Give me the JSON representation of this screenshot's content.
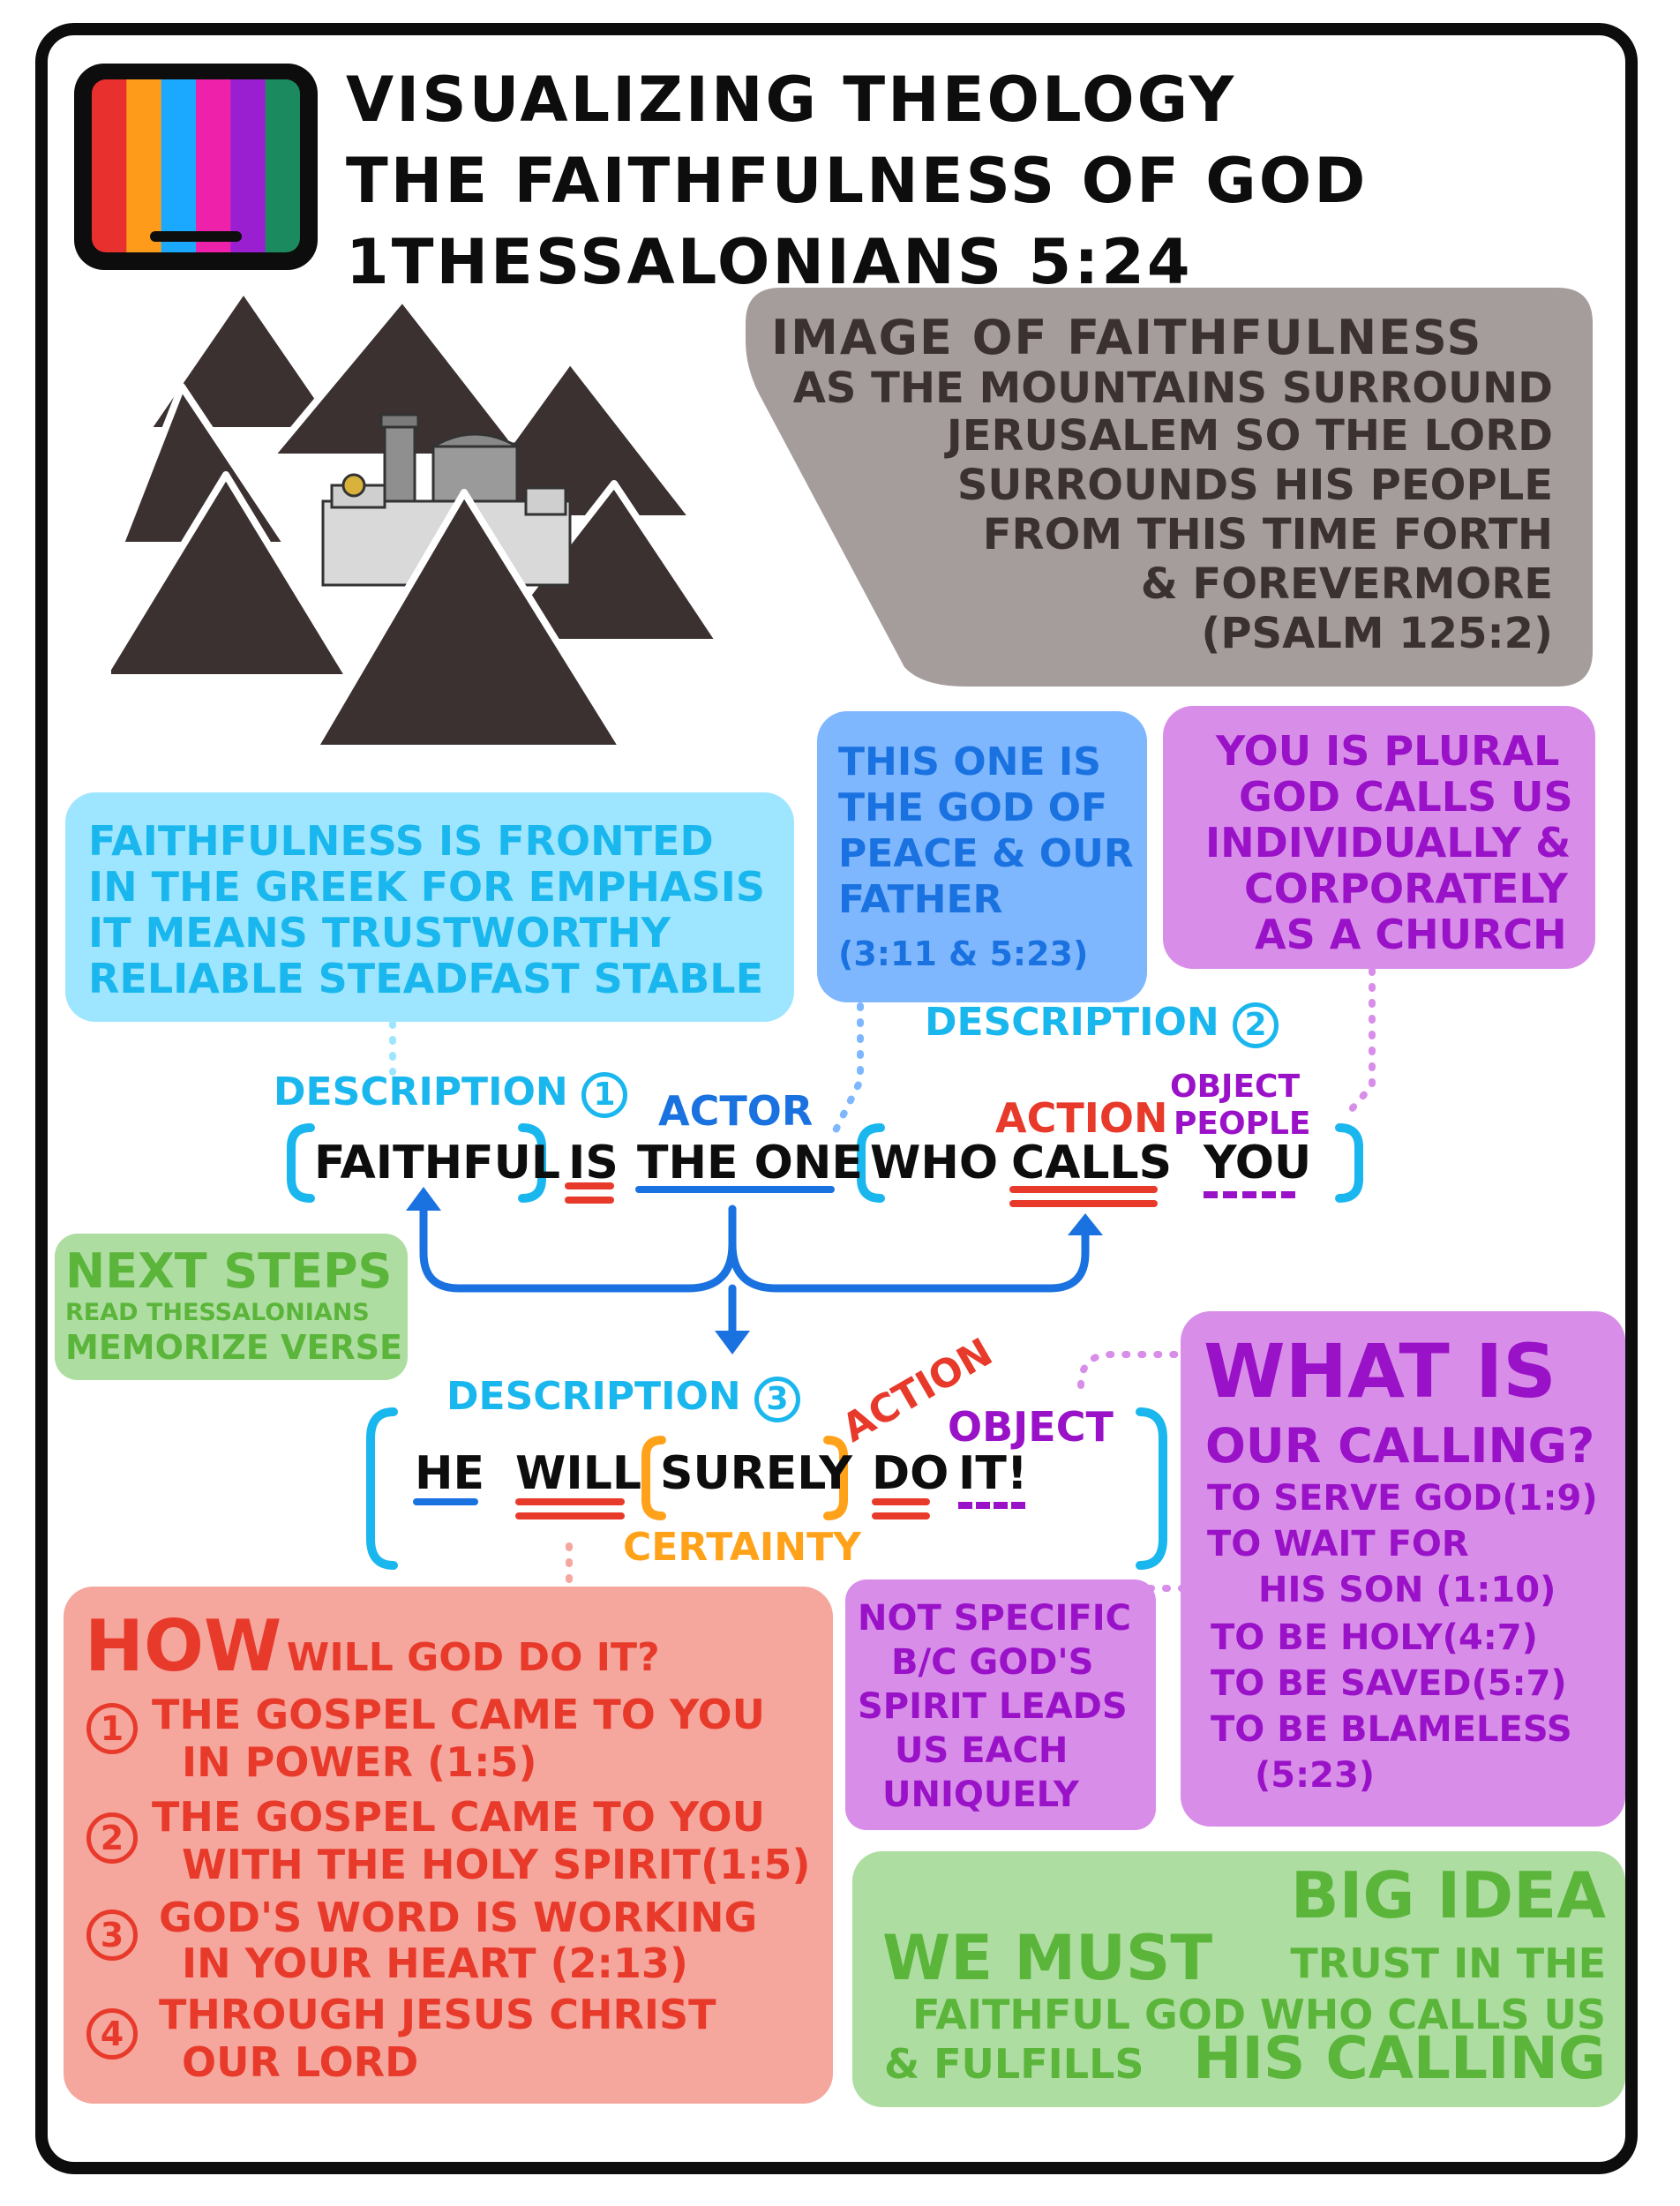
{
  "header": {
    "title_lines": [
      "VISUALIZING THEOLOGY",
      "THE FAITHFULNESS OF GOD",
      "1THESSALONIANS 5:24"
    ],
    "logo_colors": [
      "#e8312f",
      "#ff9b1a",
      "#1aa9ff",
      "#ee22aa",
      "#9a1fd0",
      "#1b8a5e"
    ]
  },
  "image_box": {
    "heading": "IMAGE  OF  FAITHFULNESS",
    "lines": [
      "AS  THE  MOUNTAINS  SURROUND",
      "JERUSALEM  SO THE  LORD",
      "SURROUNDS  HIS  PEOPLE",
      "FROM  THIS  TIME  FORTH",
      "& FOREVERMORE",
      "(PSALM 125:2)"
    ]
  },
  "faithfulness_box": {
    "lines": [
      "FAITHFULNESS  IS  FRONTED",
      "IN THE GREEK FOR EMPHASIS",
      "IT MEANS  TRUSTWORTHY",
      "RELIABLE STEADFAST STABLE"
    ]
  },
  "this_one_box": {
    "lines": [
      "THIS ONE IS",
      "THE GOD OF",
      "PEACE & OUR",
      "FATHER",
      "(3:11 & 5:23)"
    ]
  },
  "you_plural_box": {
    "lines": [
      "YOU IS PLURAL",
      "GOD CALLS US",
      "INDIVIDUALLY &",
      "CORPORATELY",
      "AS A CHURCH"
    ]
  },
  "sentence1": {
    "desc1": "DESCRIPTION",
    "desc1_num": "1",
    "desc2": "DESCRIPTION",
    "desc2_num": "2",
    "actor": "ACTOR",
    "action": "ACTION",
    "object": "OBJECT",
    "people": "PEOPLE",
    "words": [
      "FAITHFUL",
      "IS",
      "THE ONE",
      "WHO",
      "CALLS",
      "YOU"
    ]
  },
  "next_steps": {
    "heading": "NEXT STEPS",
    "lines": [
      "READ THESSALONIANS",
      "MEMORIZE VERSE"
    ]
  },
  "sentence2": {
    "desc3": "DESCRIPTION",
    "desc3_num": "3",
    "action": "ACTION",
    "object": "OBJECT",
    "certainty": "CERTAINTY",
    "words": [
      "HE",
      "WILL",
      "SURELY",
      "DO",
      "IT!"
    ]
  },
  "calling_box": {
    "heading1": "WHAT IS",
    "heading2": "OUR CALLING?",
    "lines": [
      "TO SERVE GOD(1:9)",
      "TO WAIT FOR",
      "HIS SON (1:10)",
      "TO BE HOLY(4:7)",
      "TO BE SAVED(5:7)",
      "TO BE BLAMELESS",
      "(5:23)"
    ]
  },
  "how_box": {
    "heading": "HOW",
    "heading_rest": "WILL GOD DO IT?",
    "items": [
      {
        "num": "1",
        "line1": "THE GOSPEL CAME TO YOU",
        "line2": "IN POWER (1:5)"
      },
      {
        "num": "2",
        "line1": "THE GOSPEL CAME TO YOU",
        "line2": "WITH THE HOLY SPIRIT(1:5)"
      },
      {
        "num": "3",
        "line1": "GOD'S WORD IS WORKING",
        "line2": "IN YOUR HEART (2:13)"
      },
      {
        "num": "4",
        "line1": "THROUGH JESUS CHRIST",
        "line2": "OUR LORD"
      }
    ]
  },
  "not_specific_box": {
    "lines": [
      "NOT SPECIFIC",
      "B/C GOD'S",
      "SPIRIT LEADS",
      "US EACH",
      "UNIQUELY"
    ]
  },
  "big_idea_box": {
    "heading": "BIG IDEA",
    "we_must": "WE  MUST",
    "line1_rest": "TRUST IN THE",
    "line2": "FAITHFUL GOD WHO CALLS US",
    "line3a": "& FULFILLS",
    "line3b": "HIS CALLING"
  },
  "colors": {
    "gray_box": "#a49d9c",
    "light_blue_box": "#9ee6ff",
    "blue_box": "#7fb7ff",
    "purple_box": "#d88ee8",
    "green_box": "#addda0",
    "red_box": "#f5a79e",
    "mountain": "#3b3131",
    "red": "#e83a2b",
    "orange": "#ffa21a",
    "purple": "#9a12c8",
    "blue": "#1a72e0",
    "cyan": "#1ab7ee",
    "green": "#5ab53a"
  }
}
